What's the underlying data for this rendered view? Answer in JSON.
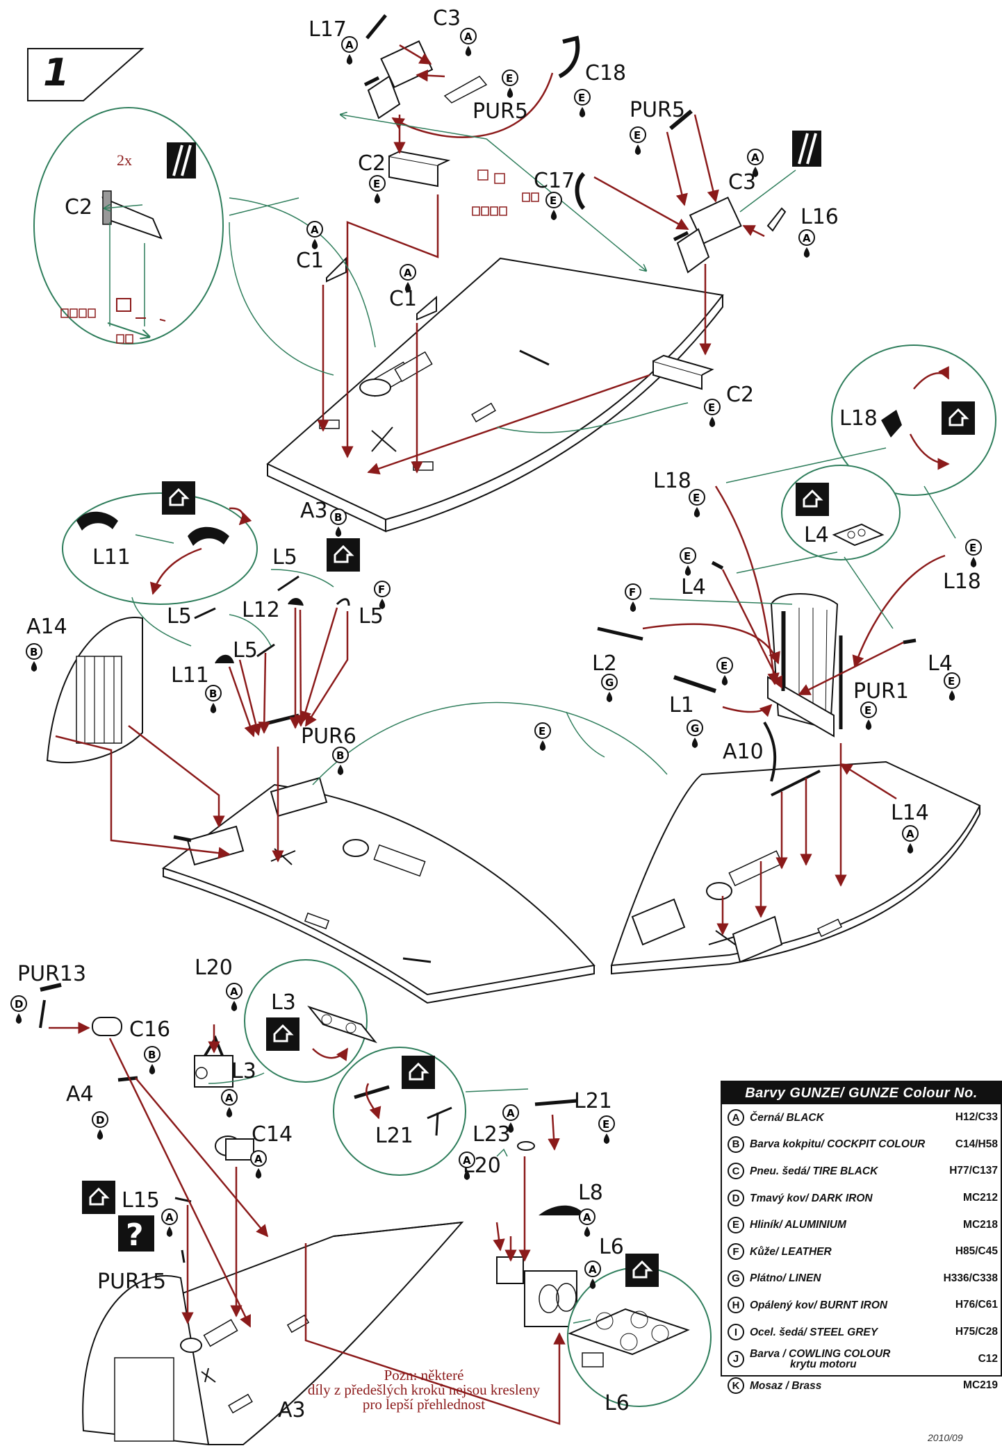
{
  "step": {
    "number": "1"
  },
  "labels": {
    "L17": "L17",
    "C3_top": "C3",
    "C18": "C18",
    "PUR5_top": "PUR5",
    "C2_mid": "C2",
    "PUR5_right": "PUR5",
    "C17": "C17",
    "C3_right": "C3",
    "L16": "L16",
    "C2_inset": "C2",
    "C1_left": "C1",
    "C1_mid": "C1",
    "C2_lower": "C2",
    "A3_top": "A3",
    "L18_inset": "L18",
    "L18_a": "L18",
    "L18_b": "L18",
    "L4_inset": "L4",
    "L4_a": "L4",
    "L4_b": "L4",
    "L11_inset": "L11",
    "L5_a": "L5",
    "L5_b": "L5",
    "L5_c": "L5",
    "L5_d": "L5",
    "L12": "L12",
    "L11": "L11",
    "PUR6": "PUR6",
    "A14": "A14",
    "L2": "L2",
    "L1": "L1",
    "PUR1": "PUR1",
    "A10": "A10",
    "L14": "L14",
    "PUR13": "PUR13",
    "L20_a": "L20",
    "C16": "C16",
    "L3_inset": "L3",
    "L3": "L3",
    "A4": "A4",
    "C14": "C14",
    "L21_inset": "L21",
    "L21": "L21",
    "L23": "L23",
    "L20_b": "L20",
    "L8": "L8",
    "L15": "L15",
    "PUR15": "PUR15",
    "L6": "L6",
    "L6_inset": "L6",
    "A3_bottom": "A3"
  },
  "inset_notes": {
    "qty": "2x"
  },
  "colour_table": {
    "title": "Barvy GUNZE/ GUNZE Colour No.",
    "rows": [
      {
        "key": "A",
        "name": "Černá/ BLACK",
        "code": "H12/C33"
      },
      {
        "key": "B",
        "name": "Barva kokpitu/ COCKPIT COLOUR",
        "code": "C14/H58"
      },
      {
        "key": "C",
        "name": "Pneu. šedá/ TIRE BLACK",
        "code": "H77/C137"
      },
      {
        "key": "D",
        "name": "Tmavý kov/ DARK IRON",
        "code": "MC212"
      },
      {
        "key": "E",
        "name": "Hliník/ ALUMINIUM",
        "code": "MC218"
      },
      {
        "key": "F",
        "name": "Kůže/ LEATHER",
        "code": "H85/C45"
      },
      {
        "key": "G",
        "name": "Plátno/ LINEN",
        "code": "H336/C338"
      },
      {
        "key": "H",
        "name": "Opálený kov/ BURNT IRON",
        "code": "H76/C61"
      },
      {
        "key": "I",
        "name": "Ocel. šedá/ STEEL GREY",
        "code": "H75/C28"
      },
      {
        "key": "J",
        "name": "Barva / COWLING COLOUR",
        "name2": "krytu motoru",
        "code": "C12"
      },
      {
        "key": "K",
        "name": "Mosaz / Brass",
        "code": "MC219"
      }
    ]
  },
  "note": {
    "line1": "Pozn: některé",
    "line2": "díly z předešlých kroků nejsou kresleny",
    "line3": "pro lepší přehlednost"
  },
  "footer": {
    "date": "2010/09"
  },
  "colors": {
    "arrow": "#8b1a1a",
    "guide": "#2e7d5b",
    "ink": "#111111"
  }
}
